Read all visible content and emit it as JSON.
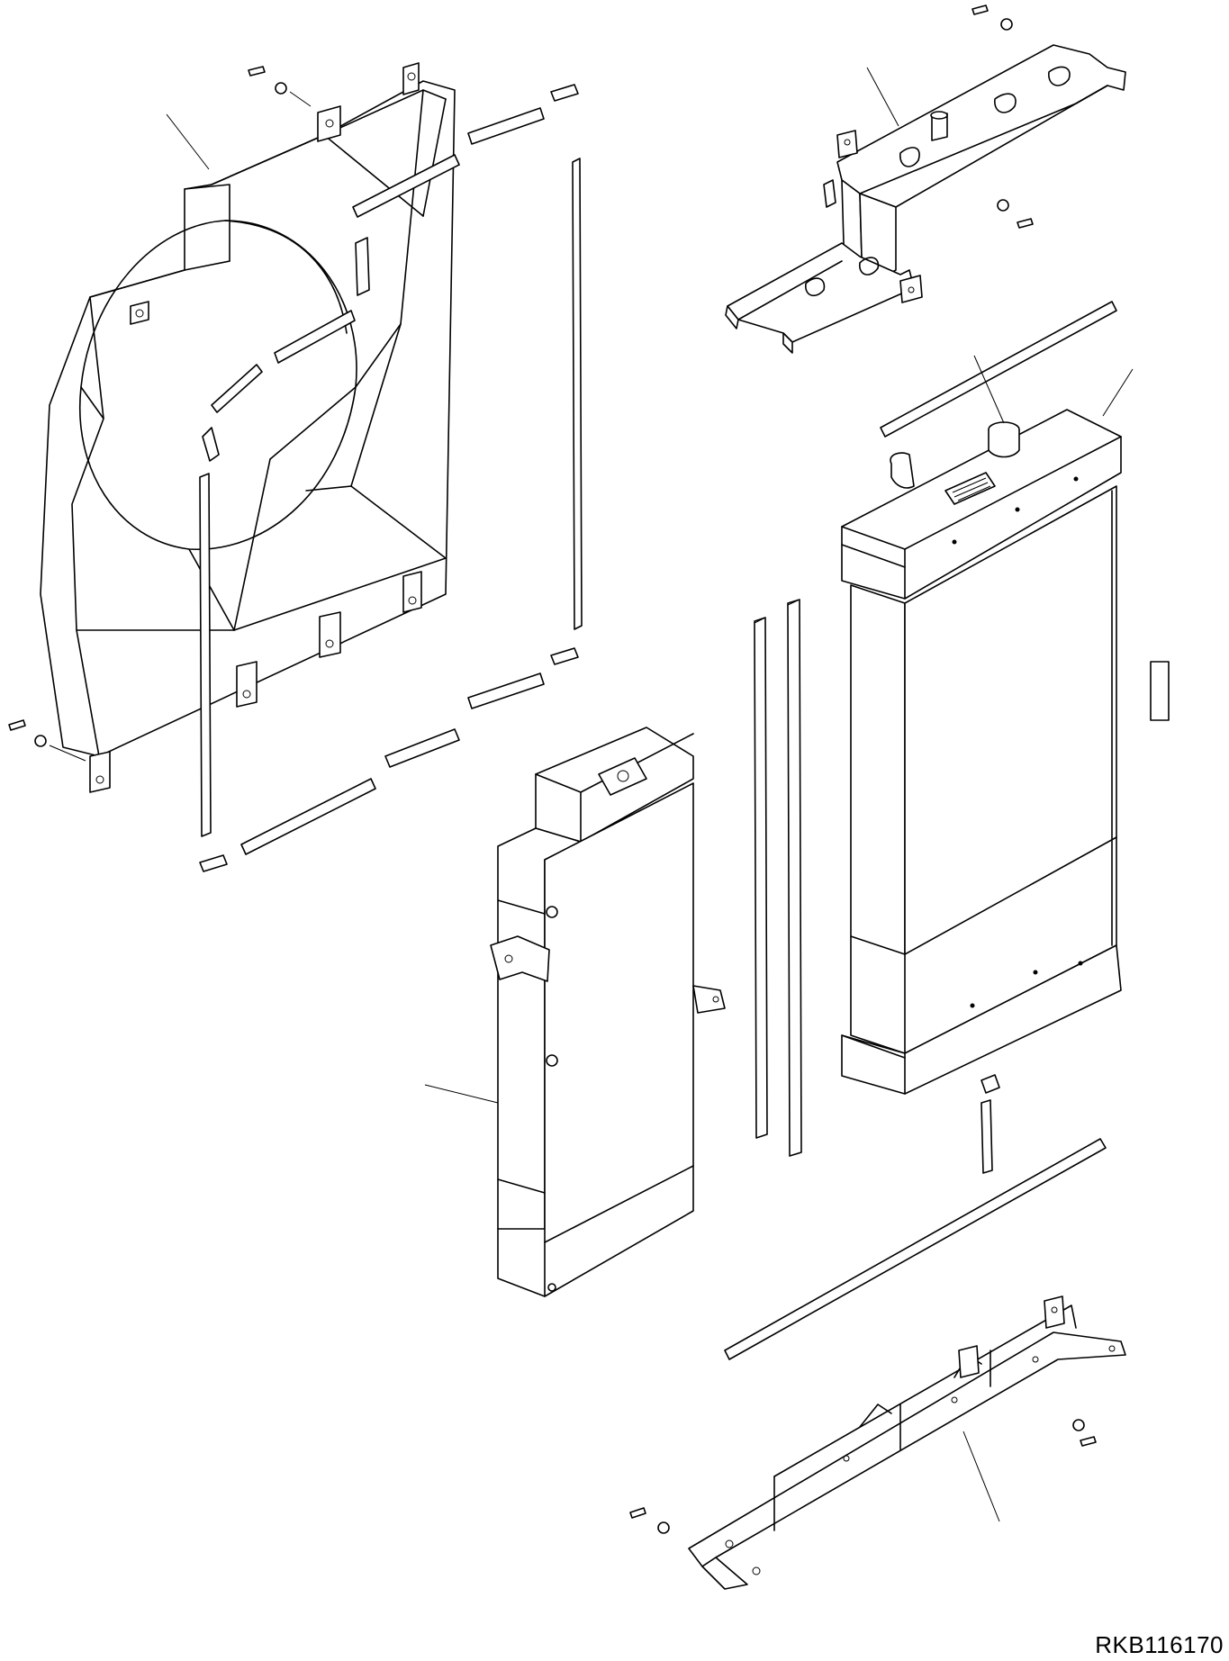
{
  "drawing": {
    "code": "RKB116170",
    "parts": [
      "fan-shroud",
      "upper-bracket",
      "radiator",
      "oil-cooler",
      "lower-bracket",
      "seal-strips",
      "radiator-cap",
      "drain-valve",
      "caution-label",
      "bolts-and-washers"
    ]
  }
}
